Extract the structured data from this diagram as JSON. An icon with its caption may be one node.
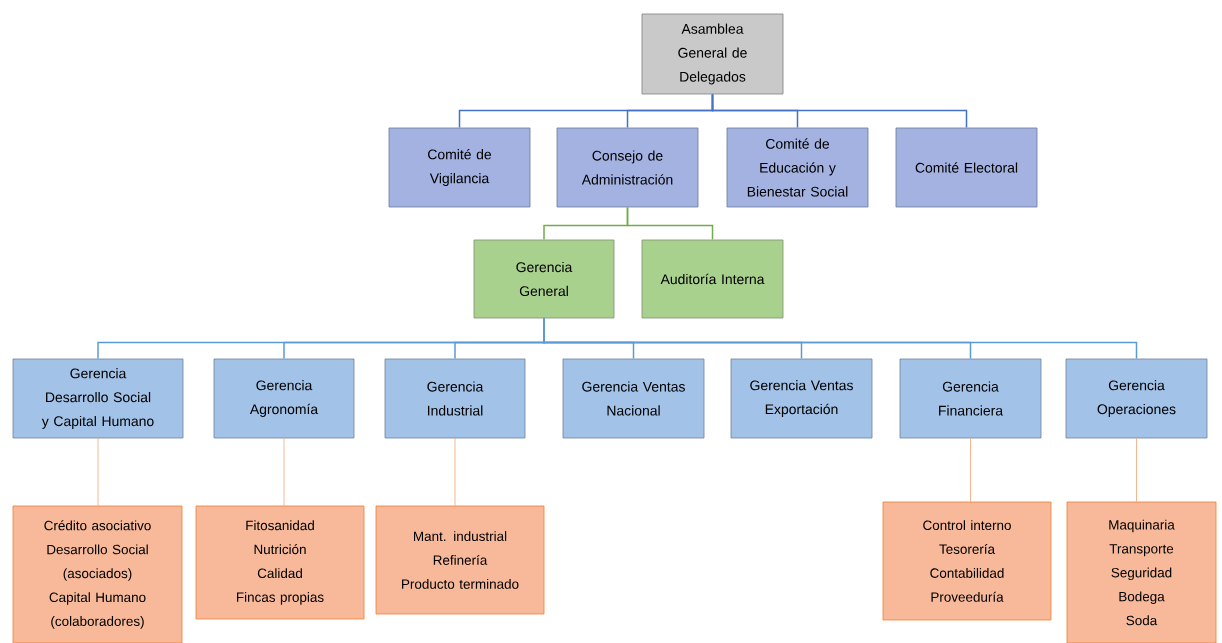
{
  "diagram": {
    "nodes": [
      {
        "text": [
          "Asamblea General de Delegados"
        ]
      },
      {
        "text": [
          "Comité de Vigilancia"
        ]
      },
      {
        "text": [
          "Consejo de Administración"
        ]
      },
      {
        "text": [
          "Comité de Educación y Bienestar Social"
        ]
      },
      {
        "text": [
          "Comité Electoral"
        ]
      },
      {
        "text": [
          "Gerencia General"
        ]
      },
      {
        "text": [
          "Auditoría Interna"
        ]
      },
      {
        "text": [
          "Gerencia Desarrollo Social y Capital Humano"
        ]
      },
      {
        "text": [
          "Gerencia Agronomía"
        ]
      },
      {
        "text": [
          "Gerencia Industrial"
        ]
      },
      {
        "text": [
          "Gerencia Ventas Nacional"
        ]
      },
      {
        "text": [
          "Gerencia Ventas Exportación"
        ]
      },
      {
        "text": [
          "Gerencia Financiera"
        ]
      },
      {
        "text": [
          "Gerencia Operaciones"
        ]
      },
      {
        "text": [
          "Crédito asociativo",
          "Desarrollo Social (asociados)",
          "Capital Humano (colaboradores)"
        ]
      },
      {
        "text": [
          "Fitosanidad",
          "Nutrición",
          "Calidad",
          "Fincas propias"
        ]
      },
      {
        "text": [
          "Mant. industrial",
          "Refinería",
          "Producto terminado"
        ]
      },
      {
        "text": [
          "Control interno",
          "Tesorería",
          "Contabilidad",
          "Proveeduría"
        ]
      },
      {
        "text": [
          "Maquinaria",
          "Transporte",
          "Seguridad",
          "Bodega",
          "Soda"
        ]
      }
    ],
    "edges": [
      {
        "from": 0,
        "to": 1,
        "arrow": "none",
        "color": "#4472c4"
      },
      {
        "from": 0,
        "to": 2,
        "arrow": "none",
        "color": "#4472c4"
      },
      {
        "from": 0,
        "to": 3,
        "arrow": "none",
        "color": "#4472c4"
      },
      {
        "from": 0,
        "to": 4,
        "arrow": "none",
        "color": "#4472c4"
      },
      {
        "from": 2,
        "to": 5,
        "arrow": "none",
        "color": "#70ad47"
      },
      {
        "from": 2,
        "to": 6,
        "arrow": "none",
        "color": "#70ad47"
      },
      {
        "from": 5,
        "to": 7,
        "arrow": "none",
        "color": "#5b9bd5"
      },
      {
        "from": 5,
        "to": 8,
        "arrow": "none",
        "color": "#5b9bd5"
      },
      {
        "from": 5,
        "to": 9,
        "arrow": "none",
        "color": "#5b9bd5"
      },
      {
        "from": 5,
        "to": 10,
        "arrow": "none",
        "color": "#5b9bd5"
      },
      {
        "from": 5,
        "to": 11,
        "arrow": "none",
        "color": "#5b9bd5"
      },
      {
        "from": 5,
        "to": 12,
        "arrow": "none",
        "color": "#5b9bd5"
      },
      {
        "from": 5,
        "to": 13,
        "arrow": "none",
        "color": "#5b9bd5"
      },
      {
        "from": 7,
        "to": 14,
        "arrow": "none",
        "color": "#f4a276"
      },
      {
        "from": 8,
        "to": 15,
        "arrow": "none",
        "color": "#f4a276"
      },
      {
        "from": 9,
        "to": 16,
        "arrow": "none",
        "color": "#f4a276"
      },
      {
        "from": 12,
        "to": 17,
        "arrow": "none",
        "color": "#f4a276"
      },
      {
        "from": 13,
        "to": 18,
        "arrow": "none",
        "color": "#f4a276"
      }
    ]
  }
}
